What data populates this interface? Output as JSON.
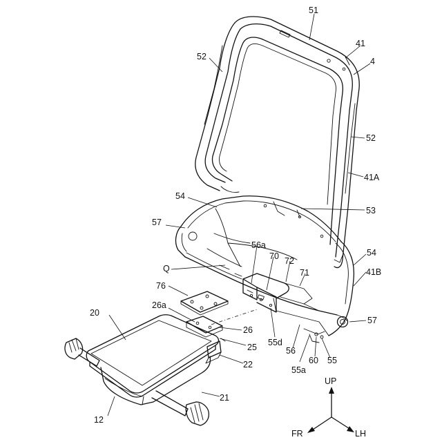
{
  "figure": {
    "reference_labels": [
      {
        "id": "51",
        "text": "51"
      },
      {
        "id": "41",
        "text": "41"
      },
      {
        "id": "4",
        "text": "4"
      },
      {
        "id": "52a",
        "text": "52"
      },
      {
        "id": "52b",
        "text": "52"
      },
      {
        "id": "41A",
        "text": "41A"
      },
      {
        "id": "54a",
        "text": "54"
      },
      {
        "id": "53",
        "text": "53"
      },
      {
        "id": "57a",
        "text": "57"
      },
      {
        "id": "54b",
        "text": "54"
      },
      {
        "id": "56a",
        "text": "56a"
      },
      {
        "id": "70",
        "text": "70"
      },
      {
        "id": "72",
        "text": "72"
      },
      {
        "id": "Q",
        "text": "Q"
      },
      {
        "id": "71",
        "text": "71"
      },
      {
        "id": "41B",
        "text": "41B"
      },
      {
        "id": "76",
        "text": "76"
      },
      {
        "id": "26a",
        "text": "26a"
      },
      {
        "id": "20",
        "text": "20"
      },
      {
        "id": "26",
        "text": "26"
      },
      {
        "id": "57b",
        "text": "57"
      },
      {
        "id": "55d",
        "text": "55d"
      },
      {
        "id": "25",
        "text": "25"
      },
      {
        "id": "56",
        "text": "56"
      },
      {
        "id": "22",
        "text": "22"
      },
      {
        "id": "55a",
        "text": "55a"
      },
      {
        "id": "60",
        "text": "60"
      },
      {
        "id": "55",
        "text": "55"
      },
      {
        "id": "21",
        "text": "21"
      },
      {
        "id": "12",
        "text": "12"
      }
    ],
    "axes": {
      "up": "UP",
      "front": "FR",
      "left": "LH"
    }
  }
}
